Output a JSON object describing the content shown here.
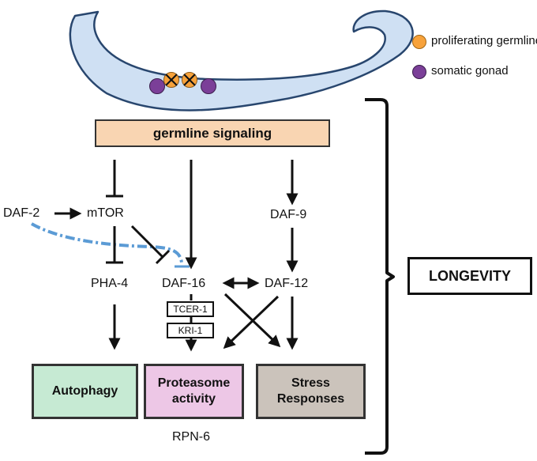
{
  "legend": {
    "items": [
      {
        "label": "proliferating germline",
        "color": "#f7a23b"
      },
      {
        "label": "somatic gonad",
        "color": "#7b3f98"
      }
    ]
  },
  "nodes": {
    "germline_signaling": "germline signaling",
    "daf2": "DAF-2",
    "mtor": "mTOR",
    "daf9": "DAF-9",
    "pha4": "PHA-4",
    "daf16": "DAF-16",
    "daf12": "DAF-12",
    "tcer1": "TCER-1",
    "kri1": "KRI-1",
    "rpn6": "RPN-6",
    "longevity": "LONGEVITY"
  },
  "outputs": {
    "autophagy": "Autophagy",
    "proteasome_line1": "Proteasome",
    "proteasome_line2": "activity",
    "stress_line1": "Stress",
    "stress_line2": "Responses"
  },
  "colors": {
    "worm_fill": "#cfe0f3",
    "worm_stroke": "#28466e",
    "germline": "#f7a23b",
    "somatic": "#7b3f98",
    "signal_box": "#f9d5b2",
    "autophagy_box": "#c6ead3",
    "proteasome_box": "#edc7e6",
    "stress_box": "#cbc3bb",
    "dashed_line": "#5b9bd5"
  }
}
